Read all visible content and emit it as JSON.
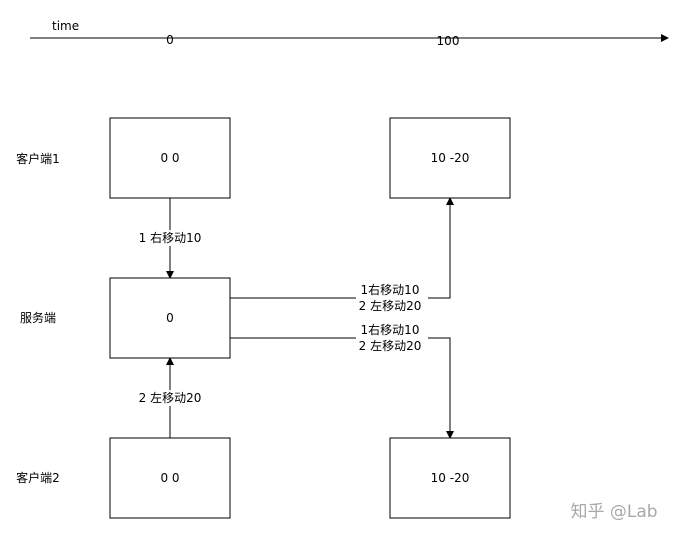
{
  "timeline": {
    "label": "time",
    "ticks": [
      "0",
      "100"
    ]
  },
  "rows": {
    "client1": "客户端1",
    "server": "服务端",
    "client2": "客户端2"
  },
  "boxes": {
    "client1_t0": "0 0",
    "server_t0": "0",
    "client2_t0": "0 0",
    "client1_t100": "10 -20",
    "client2_t100": "10 -20"
  },
  "messages": {
    "client1_to_server": "1 右移动10",
    "client2_to_server": "2 左移动20",
    "server_to_client1": [
      "1右移动10",
      "2 左移动20"
    ],
    "server_to_client2": [
      "1右移动10",
      "2 左移动20"
    ]
  },
  "watermark": "知乎 @Lab"
}
